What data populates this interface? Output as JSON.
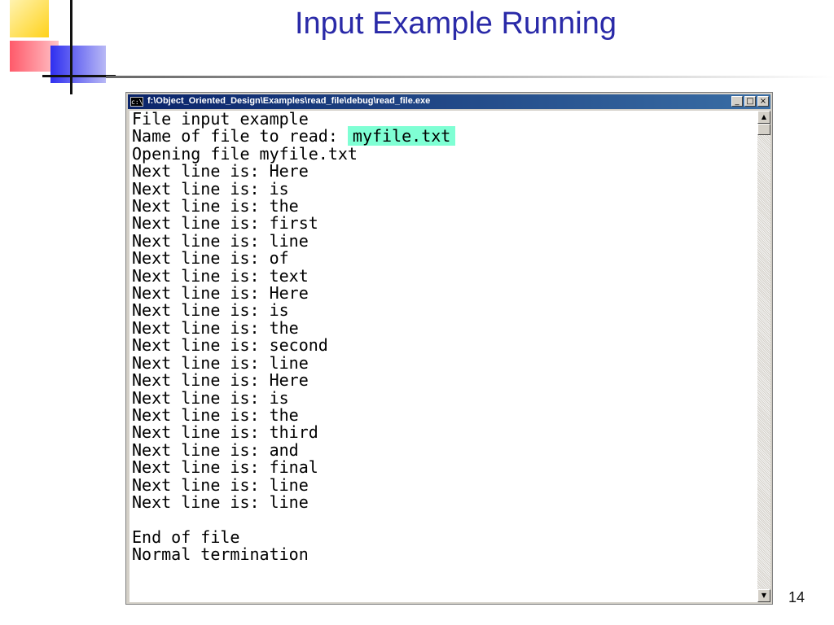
{
  "slide": {
    "title": "Input Example Running",
    "number": "14"
  },
  "window": {
    "icon_label": "c:\\",
    "title": "f:\\Object_Oriented_Design\\Examples\\read_file\\debug\\read_file.exe",
    "buttons": {
      "minimize": "_",
      "maximize": "□",
      "close": "×"
    }
  },
  "console": {
    "line1": "File input example",
    "prompt": "Name of file to read: ",
    "input_value": "myfile.txt",
    "lines": [
      "Opening file myfile.txt",
      "Next line is: Here",
      "Next line is: is",
      "Next line is: the",
      "Next line is: first",
      "Next line is: line",
      "Next line is: of",
      "Next line is: text",
      "Next line is: Here",
      "Next line is: is",
      "Next line is: the",
      "Next line is: second",
      "Next line is: line",
      "Next line is: Here",
      "Next line is: is",
      "Next line is: the",
      "Next line is: third",
      "Next line is: and",
      "Next line is: final",
      "Next line is: line",
      "Next line is: line",
      "",
      "End of file",
      "Normal termination"
    ],
    "highlight_color": "#7fffd4"
  },
  "scrollbar": {
    "up_icon": "▲",
    "down_icon": "▼"
  }
}
